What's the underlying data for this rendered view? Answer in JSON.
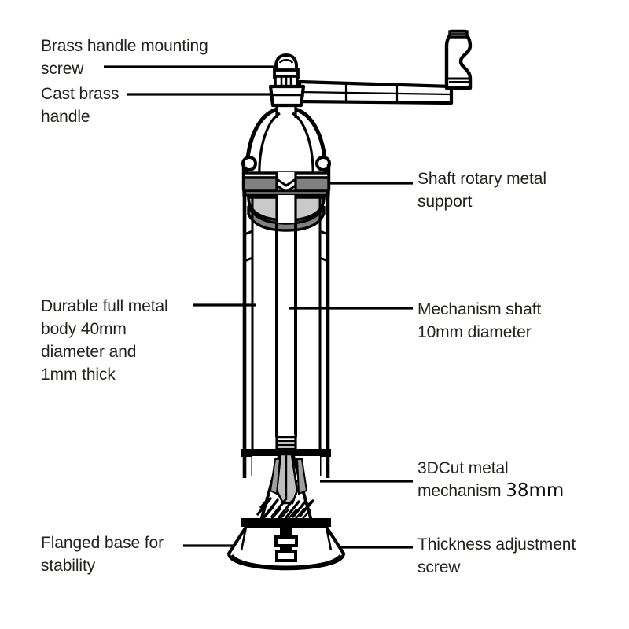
{
  "diagram": {
    "title": "Manual pepper mill / grinder cutaway diagram",
    "background_color": "#ffffff",
    "ink_color": "#000000",
    "text_color": "#221f1c",
    "gray_dark": "#808080",
    "gray_light": "#c9c9c9",
    "gray_mid": "#a8a8a8"
  },
  "callouts": {
    "brass_screw": {
      "label": "Brass handle mounting\nscrew",
      "side": "left"
    },
    "cast_handle": {
      "label": "Cast brass\nhandle",
      "side": "left"
    },
    "body": {
      "label": "Durable full metal\nbody 40mm\ndiameter and\n1mm thick",
      "side": "left"
    },
    "flanged_base": {
      "label": "Flanged base for\nstability",
      "side": "left"
    },
    "shaft_support": {
      "label": "Shaft rotary metal\nsupport",
      "side": "right"
    },
    "mechanism_shaft": {
      "label": "Mechanism shaft\n10mm diameter",
      "side": "right"
    },
    "cut_mechanism": {
      "label": "3DCut metal\nmechanism ",
      "dimension": "38mm",
      "side": "right"
    },
    "thickness_screw": {
      "label": "Thickness adjustment\nscrew",
      "side": "right"
    }
  },
  "parts": {
    "mounting_screw": "brass-handle-mounting-screw",
    "handle_knob": "crank-handle-knob",
    "crank_arm": "crank-arm",
    "collar": "handle-collar",
    "dome": "dome-top-cage",
    "rotary_support_band": "shaft-rotary-metal-support",
    "support_cap": "support-cap",
    "body_tube": "metal-body-tube",
    "shaft": "mechanism-shaft",
    "shaft_thread": "shaft-thread",
    "burr_cone": "burr-cone-mechanism",
    "flange_base": "flanged-base",
    "adjust_screw": "thickness-adjustment-screw"
  }
}
